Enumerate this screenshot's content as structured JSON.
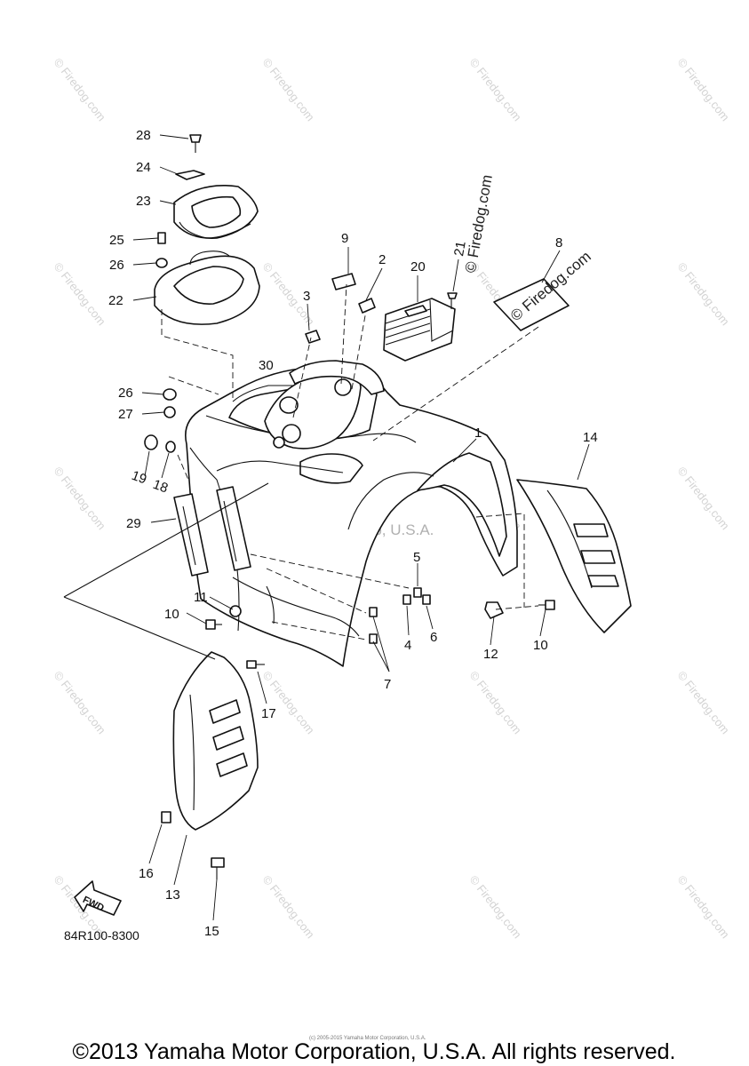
{
  "watermark": {
    "text": "© Firedog.com"
  },
  "center_watermark": "Yamaha Motor Corp, U.S.A.",
  "stamp": {
    "text": "© Firedog.com"
  },
  "labels": {
    "l1": "1",
    "l2": "2",
    "l3": "3",
    "l4": "4",
    "l5": "5",
    "l6": "6",
    "l7": "7",
    "l8": "8",
    "l9": "9",
    "l10a": "10",
    "l10b": "10",
    "l11": "11",
    "l12": "12",
    "l13": "13",
    "l14": "14",
    "l15": "15",
    "l16": "16",
    "l17": "17",
    "l18": "18",
    "l19": "19",
    "l20": "20",
    "l21": "21",
    "l22": "22",
    "l23": "23",
    "l24": "24",
    "l25": "25",
    "l26a": "26",
    "l26b": "26",
    "l27": "27",
    "l28": "28",
    "l29": "29",
    "l30": "30"
  },
  "fwd_label": "FWD",
  "diagram_code": "84R100-8300",
  "tiny_note": "(c) 2005-2015 Yamaha Motor Corporation, U.S.A.",
  "footer": "©2013 Yamaha Motor Corporation, U.S.A. All rights reserved."
}
